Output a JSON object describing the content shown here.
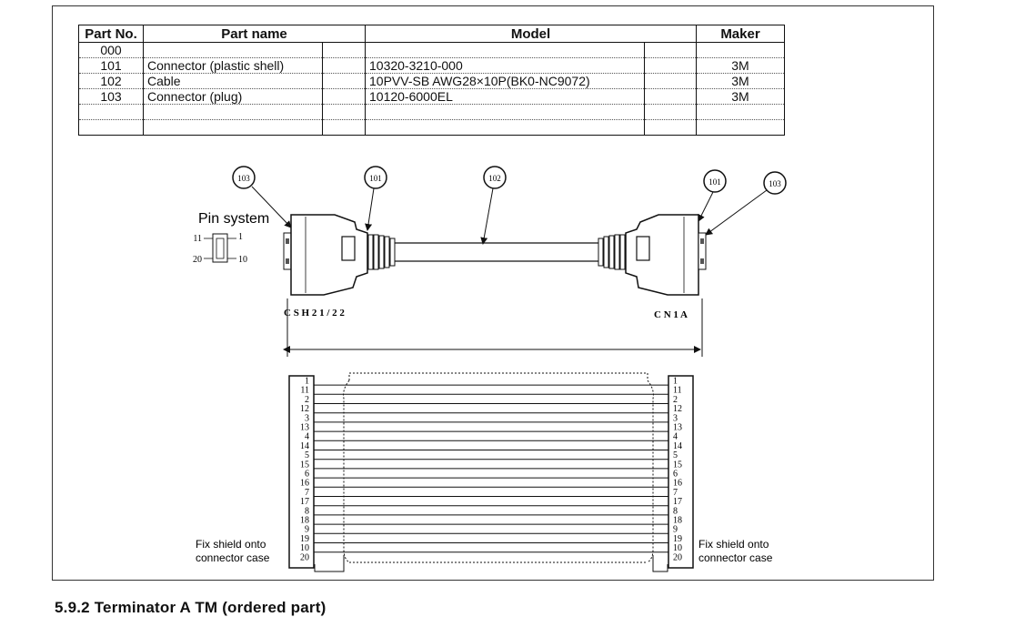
{
  "table": {
    "headers": [
      "Part No.",
      "Part name",
      "Model",
      "Maker"
    ],
    "rows": [
      {
        "no": "000",
        "name": "",
        "model": "",
        "maker": ""
      },
      {
        "no": "101",
        "name": "Connector (plastic shell)",
        "model": "10320-3210-000",
        "maker": "3M"
      },
      {
        "no": "102",
        "name": "Cable",
        "model": "10PVV-SB AWG28×10P(BK0-NC9072)",
        "maker": "3M"
      },
      {
        "no": "103",
        "name": "Connector (plug)",
        "model": "10120-6000EL",
        "maker": "3M"
      },
      {
        "no": "",
        "name": "",
        "model": "",
        "maker": ""
      },
      {
        "no": "",
        "name": "",
        "model": "",
        "maker": ""
      }
    ]
  },
  "cable_diagram": {
    "callouts": [
      "103",
      "101",
      "102",
      "101",
      "103"
    ],
    "pin_system_label": "Pin system",
    "pin_labels": [
      "11",
      "1",
      "20",
      "10"
    ],
    "left_connector_label": "C S H 2 1 / 2 2",
    "right_connector_label": "C N 1 A"
  },
  "wiring": {
    "pins": [
      "1",
      "11",
      "2",
      "12",
      "3",
      "13",
      "4",
      "14",
      "5",
      "15",
      "6",
      "16",
      "7",
      "17",
      "8",
      "18",
      "9",
      "19",
      "10",
      "20"
    ],
    "left_note": [
      "Fix shield onto",
      "connector case"
    ],
    "right_note": [
      "Fix shield onto",
      "connector case"
    ]
  },
  "section_heading": "5.9.2 Terminator A TM (ordered part)"
}
